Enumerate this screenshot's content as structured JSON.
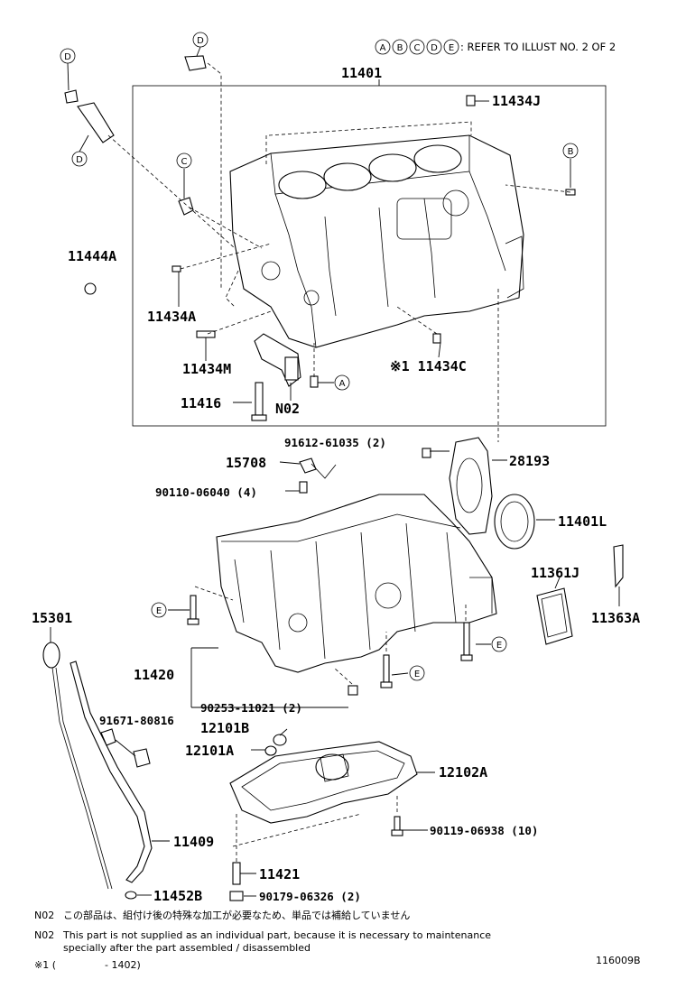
{
  "header": {
    "refs": [
      "A",
      "B",
      "C",
      "D",
      "E"
    ],
    "refer_text": ": REFER TO ILLUST NO. 2 OF 2"
  },
  "parts": {
    "p11401": "11401",
    "p11434J": "11434J",
    "p11444A": "11444A",
    "p11434A": "11434A",
    "p11434M": "11434M",
    "p11434C": "※1 11434C",
    "p11416": "11416",
    "pN02": "N02",
    "p91612": "91612-61035 (2)",
    "p28193": "28193",
    "p15708": "15708",
    "p90110": "90110-06040 (4)",
    "p11401L": "11401L",
    "p11361J": "11361J",
    "p11363A": "11363A",
    "p15301": "15301",
    "p11420": "11420",
    "p90253": "90253-11021 (2)",
    "p91671": "91671-80816",
    "p12101B": "12101B",
    "p12101A": "12101A",
    "p12102A": "12102A",
    "p90119": "90119-06938 (10)",
    "p11409": "11409",
    "p11421": "11421",
    "p11452B": "11452B",
    "p90179": "90179-06326 (2)"
  },
  "callouts": {
    "D1": "D",
    "D2": "D",
    "D3": "D",
    "C1": "C",
    "B1": "B",
    "A1": "A",
    "E1": "E",
    "E2": "E",
    "E3": "E"
  },
  "notes": {
    "n1_tag": "N02",
    "n1_text": "この部品は、組付け後の特殊な加工が必要なため、単品では補給していません",
    "n2_tag": "N02",
    "n2_text": "This part is not supplied as an individual part, because it is necessary to maintenance",
    "n2_text_2": "specially after the part assembled / disassembled",
    "n3_tag": "※1 (",
    "n3_text": "- 1402)",
    "diagram_id": "116009B"
  }
}
